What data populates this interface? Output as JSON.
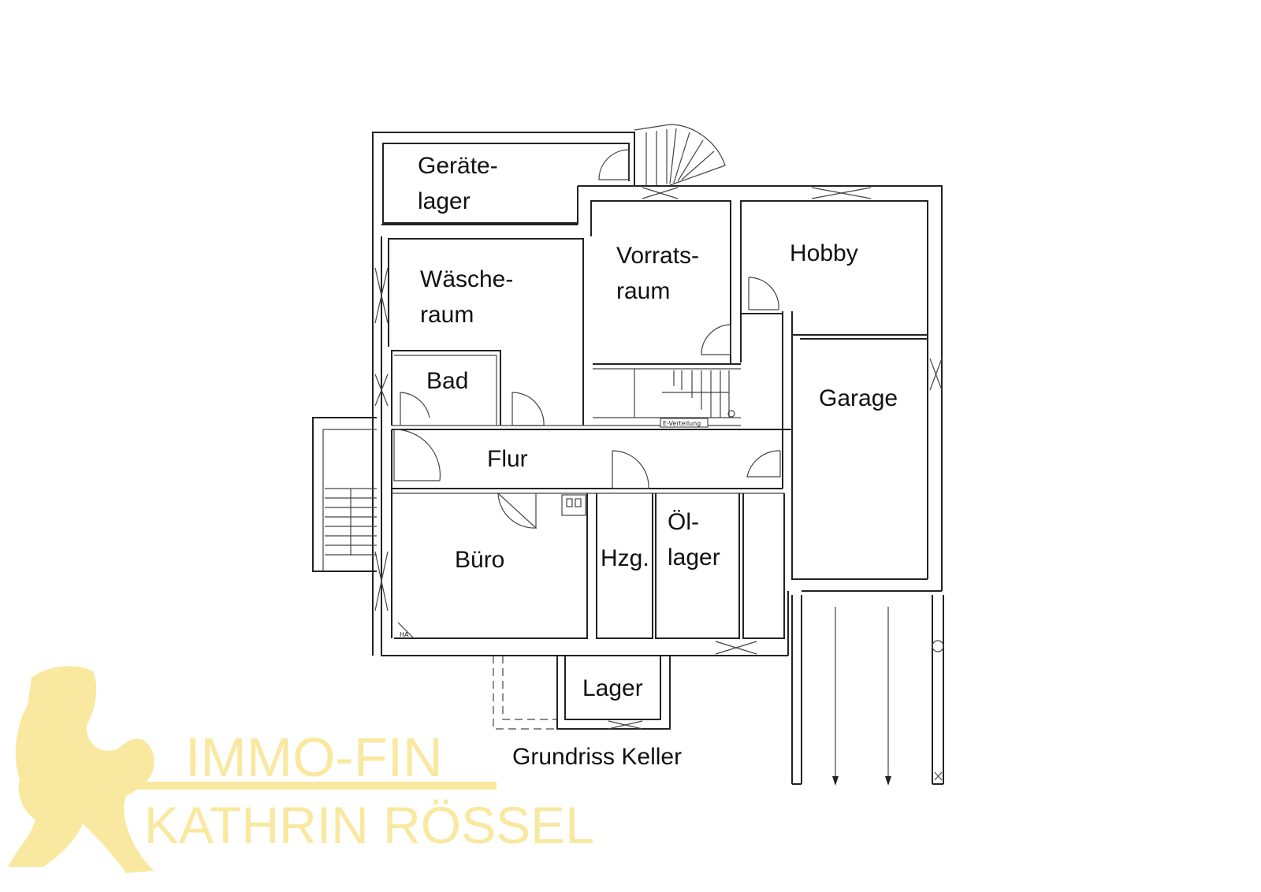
{
  "plan": {
    "title": "Grundriss Keller",
    "rooms": {
      "geraetelager": [
        "Geräte-",
        "lager"
      ],
      "waescheraum": [
        "Wäsche-",
        "raum"
      ],
      "vorratsraum": [
        "Vorrats-",
        "raum"
      ],
      "hobby": "Hobby",
      "bad": "Bad",
      "garage": "Garage",
      "flur": "Flur",
      "buero": "Büro",
      "hzg": "Hzg.",
      "oellager": [
        "Öl-",
        "lager"
      ],
      "lager": "Lager"
    },
    "annotations": {
      "e_verteilung": "E-Verteilung",
      "ha": "HA"
    }
  },
  "watermark": {
    "line1": "IMMO-FIN",
    "line2": "KATHRIN RÖSSEL",
    "color": "#f9e79a"
  }
}
